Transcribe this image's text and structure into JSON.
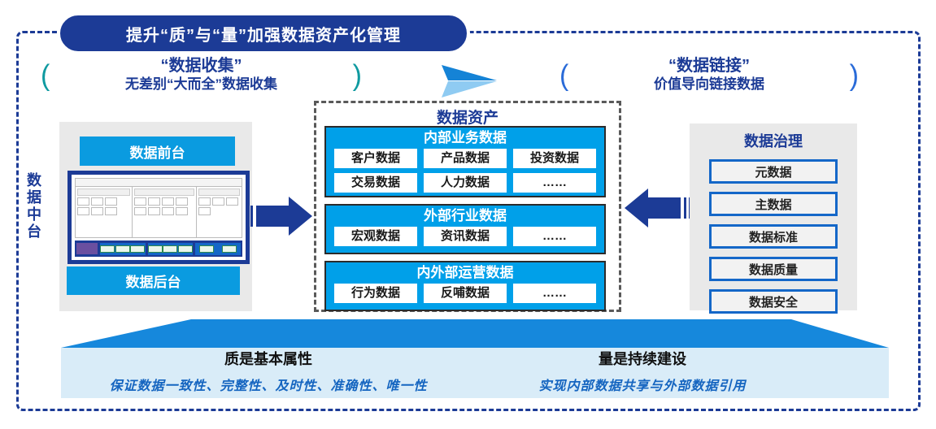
{
  "title_banner": "提升“质”与“量”加强数据资产化管理",
  "brackets": {
    "open": "(",
    "close": ")"
  },
  "collection": {
    "title": "“数据收集”",
    "subtitle": "无差别“大而全”数据收集"
  },
  "linking": {
    "title": "“数据链接”",
    "subtitle": "价值导向链接数据"
  },
  "platform": {
    "front": "数据前台",
    "middle": "数据中台",
    "back": "数据后台"
  },
  "assets": {
    "title": "数据资产",
    "sections": [
      {
        "header": "内部业务数据",
        "items": [
          "客户数据",
          "产品数据",
          "投资数据",
          "交易数据",
          "人力数据",
          "……"
        ]
      },
      {
        "header": "外部行业数据",
        "items": [
          "宏观数据",
          "资讯数据",
          "……"
        ]
      },
      {
        "header": "内外部运营数据",
        "items": [
          "行为数据",
          "反哺数据",
          "……"
        ]
      }
    ]
  },
  "governance": {
    "title": "数据治理",
    "items": [
      "元数据",
      "主数据",
      "数据标准",
      "数据质量",
      "数据安全"
    ]
  },
  "bottom": {
    "left": {
      "heading": "质是基本属性",
      "desc": "保证数据一致性、完整性、及时性、准确性、唯一性"
    },
    "right": {
      "heading": "量是持续建设",
      "desc": "实现内部数据共享与外部数据引用"
    }
  },
  "colors": {
    "navy": "#1c3b96",
    "bright_blue": "#0a9be0",
    "section_cyan": "#00a0e9",
    "trapezoid_blue": "#1688dc",
    "light_blue_band": "#d9ecf8",
    "panel_gray": "#e9e9e9",
    "teal_bracket": "#0f9aa0",
    "blue_bracket": "#2a6bd8",
    "desc_blue": "#1565c0",
    "dashed_gray": "#595959"
  }
}
